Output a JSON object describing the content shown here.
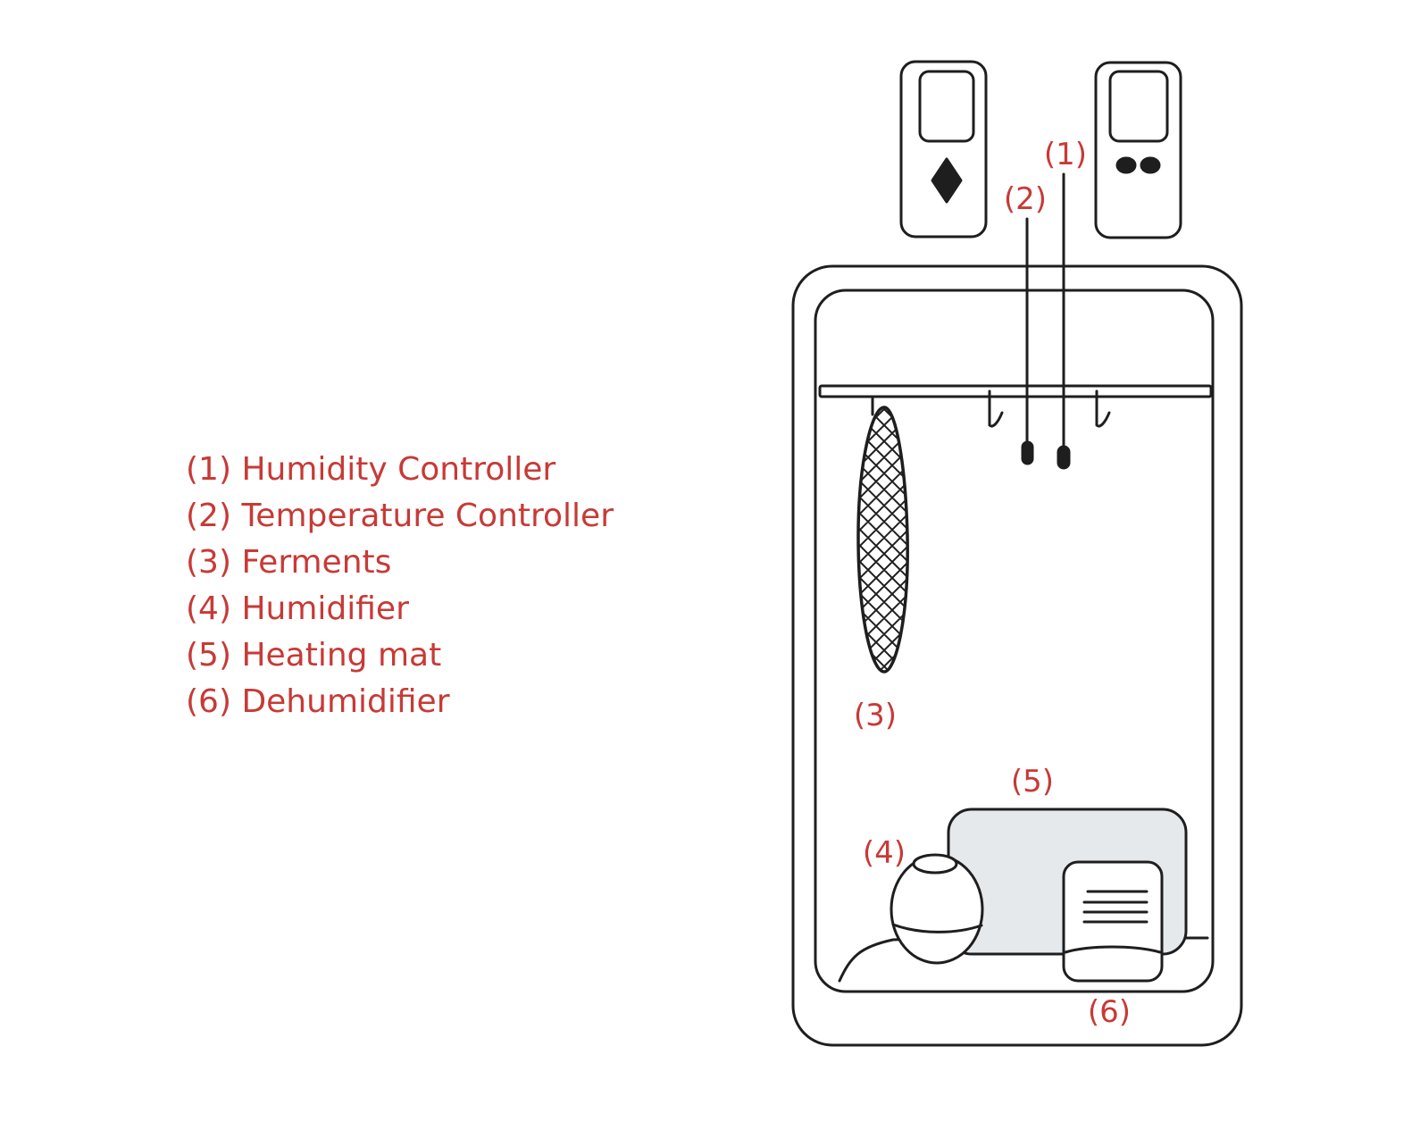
{
  "legend": {
    "items": [
      "(1) Humidity Controller",
      "(2) Temperature Controller",
      "(3) Ferments",
      "(4) Humidifier",
      "(5) Heating mat",
      "(6) Dehumidifier"
    ]
  },
  "callouts": {
    "c1": "(1)",
    "c2": "(2)",
    "c3": "(3)",
    "c4": "(4)",
    "c5": "(5)",
    "c6": "(6)"
  },
  "colors": {
    "ink": "#1e1e1e",
    "label": "#c73a36",
    "mat_fill": "#e6e9ec"
  }
}
